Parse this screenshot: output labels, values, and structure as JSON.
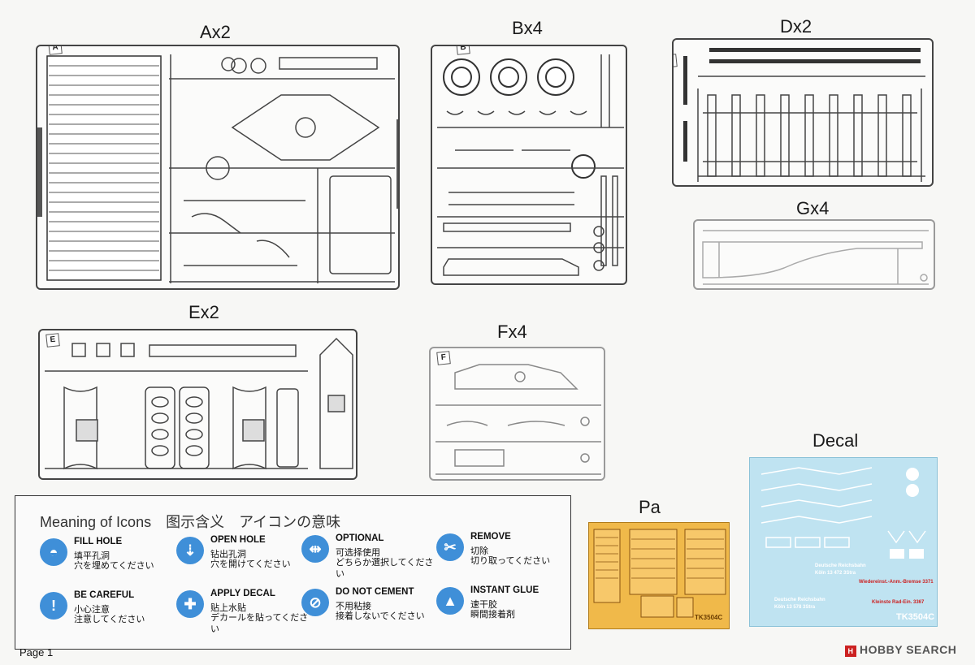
{
  "sprues": {
    "a": {
      "title": "Ax2",
      "letter": "A"
    },
    "b": {
      "title": "Bx4",
      "letter": "B"
    },
    "d": {
      "title": "Dx2",
      "letter": "D"
    },
    "g": {
      "title": "Gx4"
    },
    "e": {
      "title": "Ex2",
      "letter": "E"
    },
    "f": {
      "title": "Fx4",
      "letter": "F"
    },
    "pa": {
      "title": "Pa",
      "code": "TK3504C"
    },
    "decal": {
      "title": "Decal",
      "code": "TK3504C",
      "lines": [
        "Deutsche Reichsbahn",
        "Köln 13 472 3Stra",
        "Deutsche Reichsbahn",
        "Köln 13 578 3Stra"
      ],
      "red_lines": [
        "Wiedereinst.-Anm.-Bremse 3371",
        "Kleinste Rad-Ein. 3367"
      ]
    }
  },
  "legend": {
    "title": "Meaning of Icons　图示含义　アイコンの意味",
    "items": [
      {
        "label": "FILL HOLE",
        "cn": "填平孔洞",
        "jp": "穴を埋めてください",
        "icon": "fill-hole-icon",
        "glyph": "◓"
      },
      {
        "label": "OPEN HOLE",
        "cn": "钻出孔洞",
        "jp": "穴を開けてください",
        "icon": "drill-icon",
        "glyph": "⇣"
      },
      {
        "label": "OPTIONAL",
        "cn": "可选择使用",
        "jp": "どちらか選択してください",
        "icon": "optional-icon",
        "glyph": "⇹"
      },
      {
        "label": "REMOVE",
        "cn": "切除",
        "jp": "切り取ってください",
        "icon": "cut-icon",
        "glyph": "✂"
      },
      {
        "label": "BE CAREFUL",
        "cn": "小心注意",
        "jp": "注意してください",
        "icon": "caution-icon",
        "glyph": "!"
      },
      {
        "label": "APPLY DECAL",
        "cn": "贴上水贴",
        "jp": "デカールを貼ってください",
        "icon": "decal-icon",
        "glyph": "✚"
      },
      {
        "label": "DO NOT CEMENT",
        "cn": "不用粘接",
        "jp": "接着しないでください",
        "icon": "no-cement-icon",
        "glyph": "⊘"
      },
      {
        "label": "INSTANT GLUE",
        "cn": "速干胶",
        "jp": "瞬間接着剤",
        "icon": "glue-icon",
        "glyph": "▲"
      }
    ]
  },
  "footer": {
    "page": "Page 1",
    "watermark_mark": "H",
    "watermark": "HOBBY SEARCH"
  }
}
